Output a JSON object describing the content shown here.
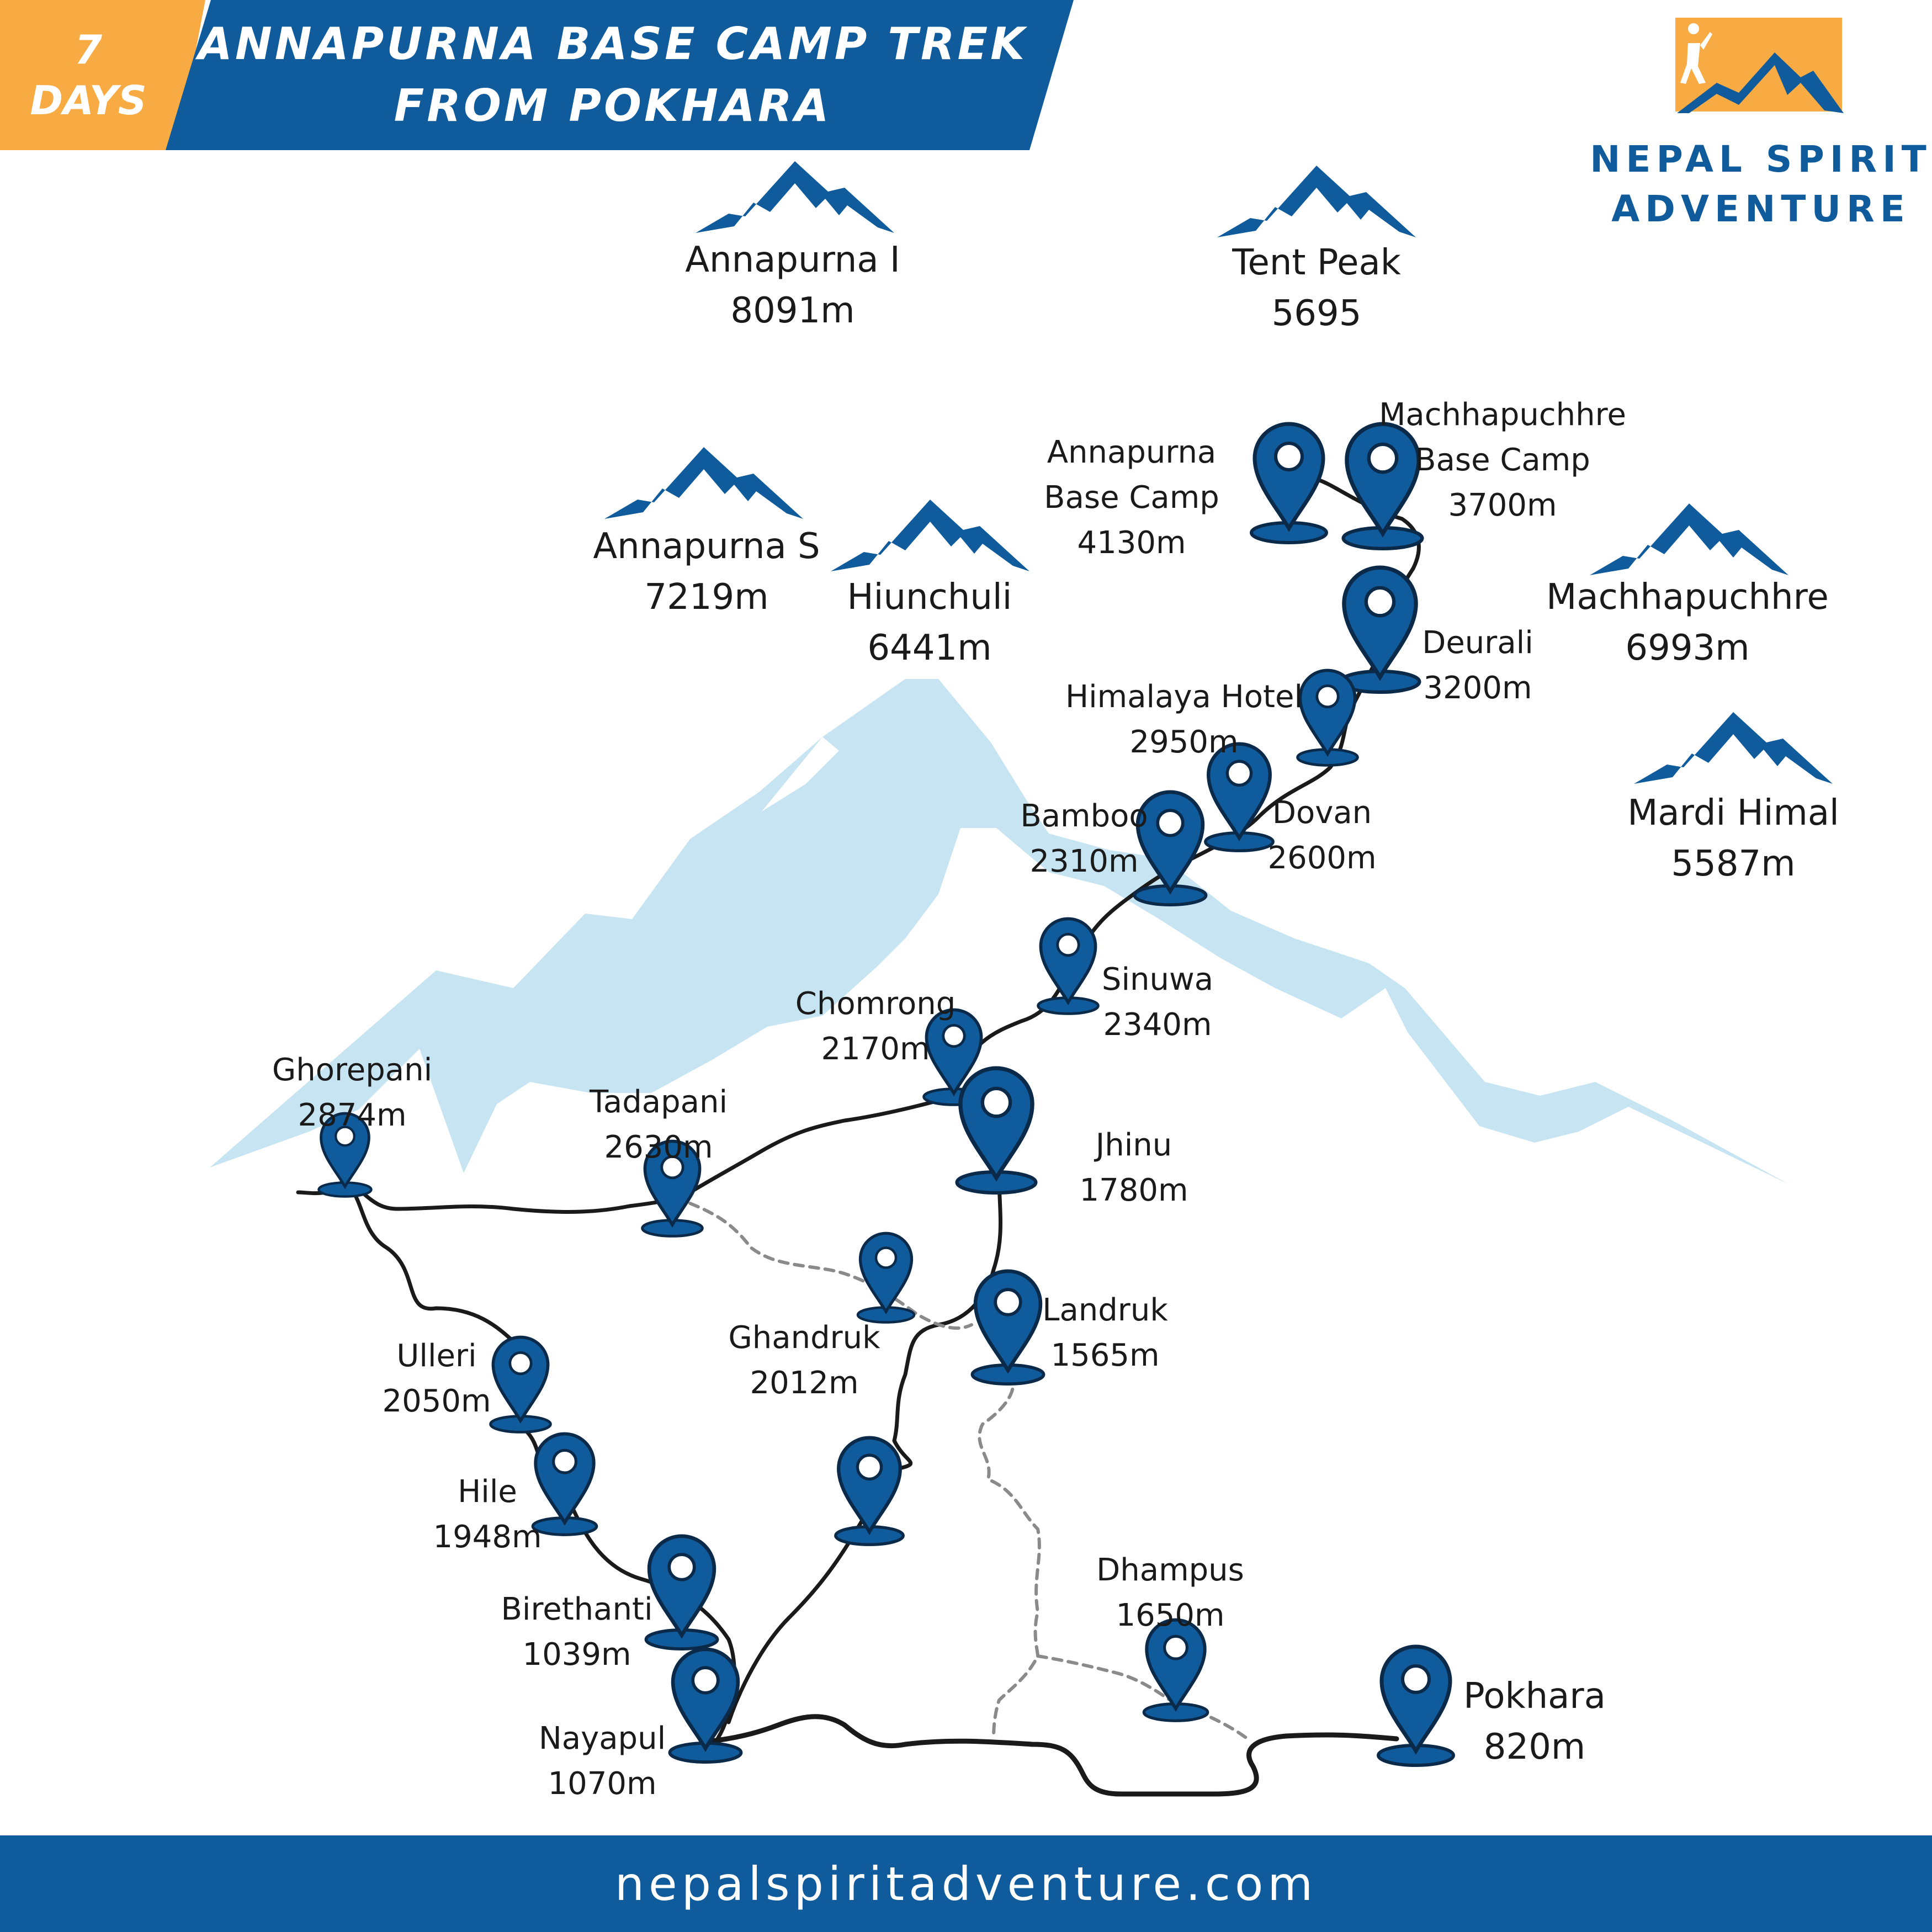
{
  "header": {
    "days_number": "7",
    "days_word": "DAYS",
    "title_line1": "ANNAPURNA BASE CAMP TREK",
    "title_line2": "FROM POKHARA"
  },
  "brand": {
    "line1": "NEPAL SPIRIT",
    "line2": "ADVENTURE"
  },
  "colors": {
    "brand_blue": "#0f5b9c",
    "accent_orange": "#f8ab43",
    "mountain_light": "#c7e4f2",
    "route_line": "#1a1a1a",
    "pin_fill": "#0f5b9c"
  },
  "peaks": [
    {
      "name": "Annapurna I",
      "elevation": "8091m"
    },
    {
      "name": "Tent Peak",
      "elevation": "5695"
    },
    {
      "name": "Annapurna S",
      "elevation": "7219m"
    },
    {
      "name": "Hiunchuli",
      "elevation": "6441m"
    },
    {
      "name": "Machhapuchhre",
      "elevation": "6993m"
    },
    {
      "name": "Mardi Himal",
      "elevation": "5587m"
    }
  ],
  "places": [
    {
      "lines": [
        "Machhapuchhre",
        "Base Camp",
        "3700m"
      ]
    },
    {
      "lines": [
        "Annapurna",
        "Base Camp",
        "4130m"
      ]
    },
    {
      "lines": [
        "Deurali",
        "3200m"
      ]
    },
    {
      "lines": [
        "Himalaya Hotel",
        "2950m"
      ]
    },
    {
      "lines": [
        "Dovan",
        "2600m"
      ]
    },
    {
      "lines": [
        "Bamboo",
        "2310m"
      ]
    },
    {
      "lines": [
        "Sinuwa",
        "2340m"
      ]
    },
    {
      "lines": [
        "Chomrong",
        "2170m"
      ]
    },
    {
      "lines": [
        "Jhinu",
        "1780m"
      ]
    },
    {
      "lines": [
        "Ghorepani",
        "2874m"
      ]
    },
    {
      "lines": [
        "Tadapani",
        "2630m"
      ]
    },
    {
      "lines": [
        "Landruk",
        "1565m"
      ]
    },
    {
      "lines": [
        "Ghandruk",
        "2012m"
      ]
    },
    {
      "lines": [
        "Ulleri",
        "2050m"
      ]
    },
    {
      "lines": [
        "Hile",
        "1948m"
      ]
    },
    {
      "lines": [
        "Birethanti",
        "1039m"
      ]
    },
    {
      "lines": [
        "Dhampus",
        "1650m"
      ]
    },
    {
      "lines": [
        "Pokhara",
        "820m"
      ]
    },
    {
      "lines": [
        "Nayapul",
        "1070m"
      ]
    }
  ],
  "footer": {
    "url": "nepalspiritadventure.com"
  }
}
